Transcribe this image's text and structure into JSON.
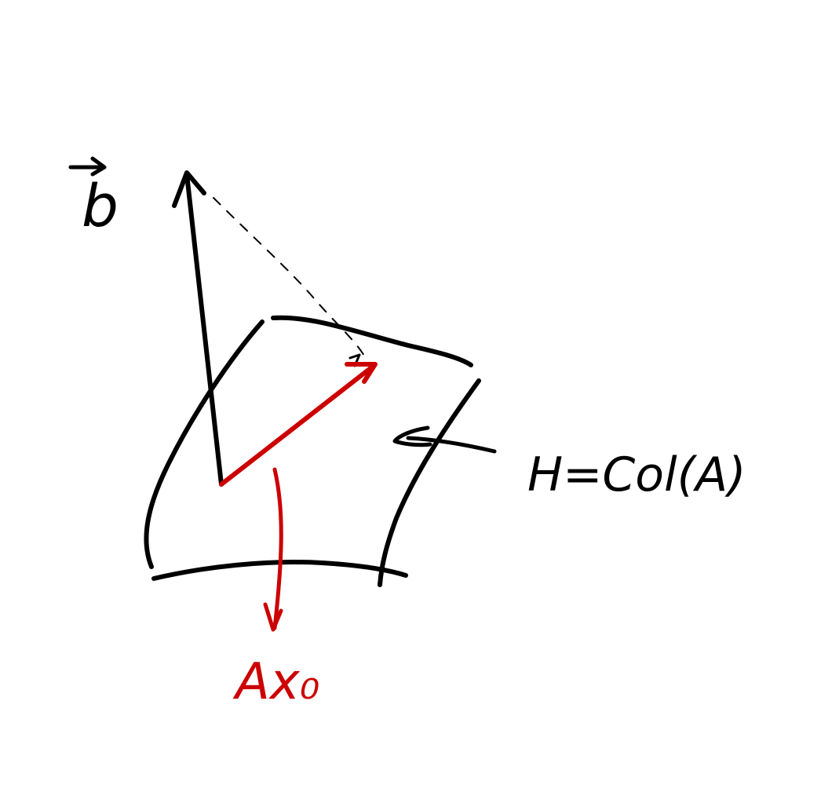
{
  "labels": {
    "vector_b": "b",
    "projection": "Ax₀",
    "subspace": "H=Col(A)"
  },
  "colors": {
    "ink": "#000000",
    "highlight": "#cc0000",
    "background": "#ffffff"
  }
}
